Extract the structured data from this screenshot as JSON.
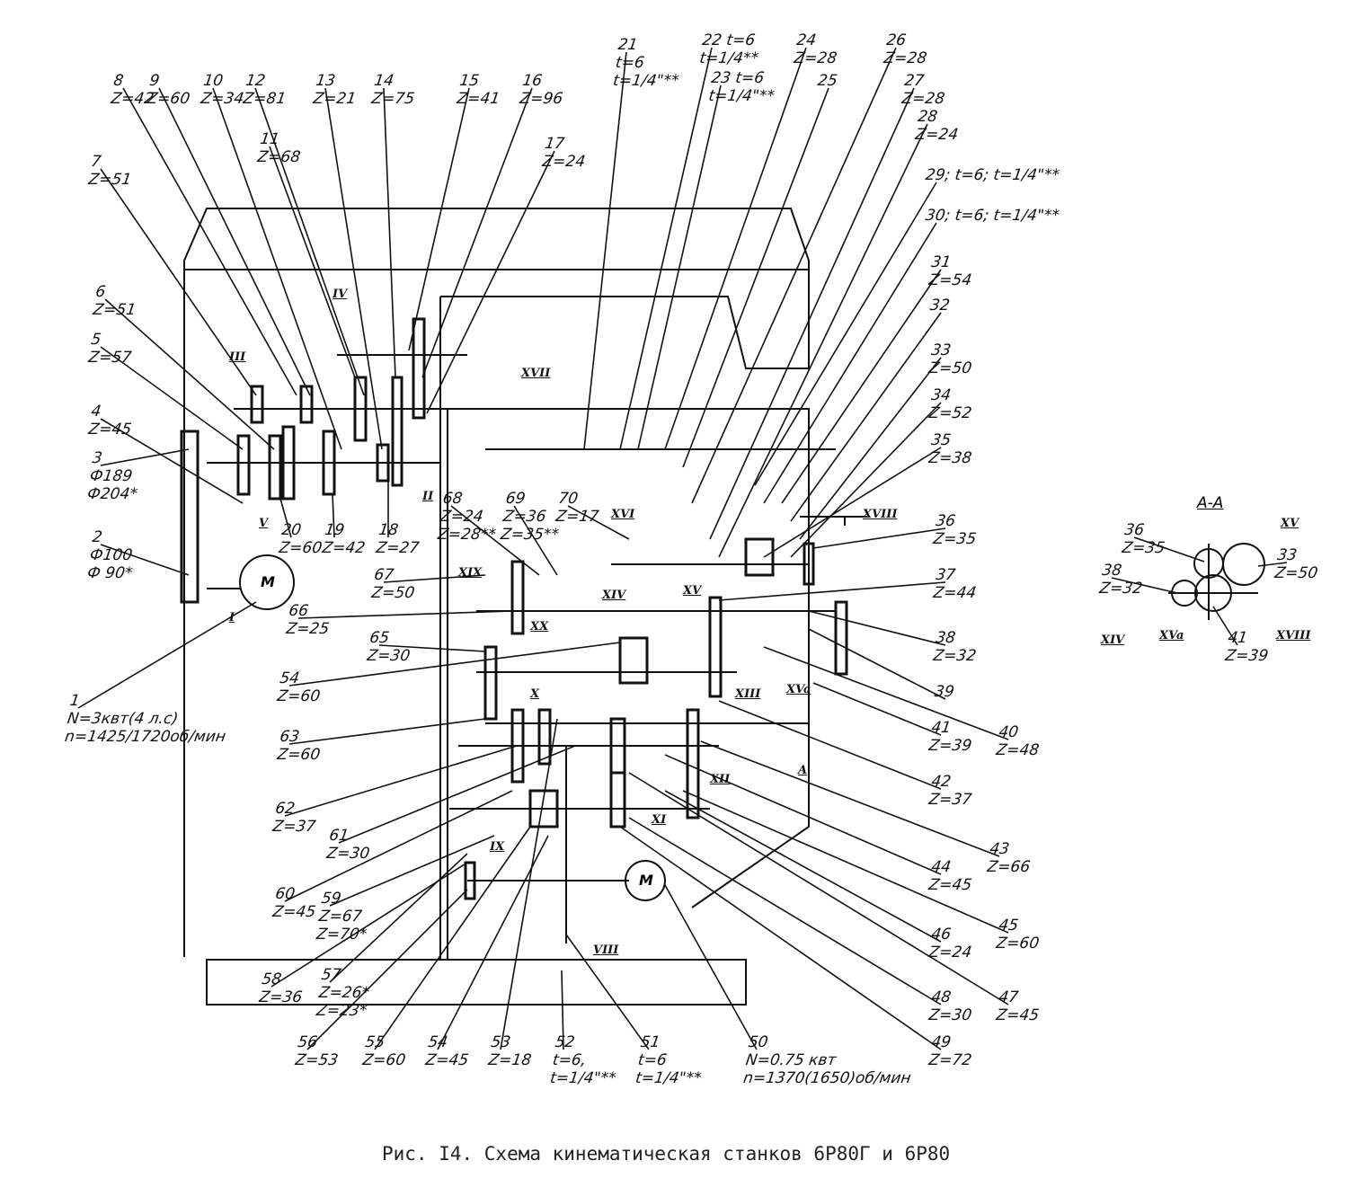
{
  "caption": "Рис. I4. Схема кинематическая станков 6Р80Г и 6Р80",
  "motor_symbol": "M",
  "section_title": "A-A",
  "labels": {
    "l1": "1\nN=3квт(4 л.с)\nn=1425/1720об/мин",
    "l2": "2\nФ100\nФ 90*",
    "l3": "3\nФ189\nФ204*",
    "l4": "4\nZ=45",
    "l5": "5\nZ=57",
    "l6": "6\nZ=51",
    "l7": "7\nZ=51",
    "l8": "8\nZ=42",
    "l9": "9\nZ=60",
    "l10": "10\nZ=34",
    "l11": "11\nZ=68",
    "l12": "12\nZ=81",
    "l13": "13\nZ=21",
    "l14": "14\nZ=75",
    "l15": "15\nZ=41",
    "l16": "16\nZ=96",
    "l17": "17\nZ=24",
    "l18": "18\nZ=27",
    "l19": "19\nZ=42",
    "l20": "20\nZ=60",
    "l21": "21\nt=6\nt=1/4\"**",
    "l22": "22 t=6\nt=1/4**",
    "l23": "23 t=6\nt=1/4\"**",
    "l24": "24\nZ=28",
    "l25": "25",
    "l26": "26\nZ=28",
    "l27": "27\nZ=28",
    "l28": "28\nZ=24",
    "l29": "29; t=6; t=1/4\"**",
    "l30": "30; t=6; t=1/4\"**",
    "l31": "31\nZ=54",
    "l32": "32",
    "l33": "33\nZ=50",
    "l34": "34\nZ=52",
    "l35": "35\nZ=38",
    "l36": "36\nZ=35",
    "l37": "37\nZ=44",
    "l38": "38\nZ=32",
    "l39": "39",
    "l40": "40\nZ=48",
    "l41": "41\nZ=39",
    "l42": "42\nZ=37",
    "l43": "43\nZ=66",
    "l44": "44\nZ=45",
    "l45": "45\nZ=60",
    "l46": "46\nZ=24",
    "l47": "47\nZ=45",
    "l48": "48\nZ=30",
    "l49": "49\nZ=72",
    "l50": "50\nN=0.75 квт\nn=1370(1650)об/мин",
    "l51": "51\nt=6\nt=1/4\"**",
    "l52": "52\nt=6,\nt=1/4\"**",
    "l53": "53\nZ=18",
    "l54": "54\nZ=45",
    "l55": "55\nZ=60",
    "l56": "56\nZ=53",
    "l57": "57\nZ=26*\nZ=23*",
    "l58": "58\nZ=36",
    "l59": "59\nZ=67\nZ=70*",
    "l60": "60\nZ=45",
    "l61": "61\nZ=30",
    "l62": "62\nZ=37",
    "l63": "63\nZ=60",
    "l64": "54\nZ=60",
    "l65": "65\nZ=30",
    "l66": "66\nZ=25",
    "l67": "67\nZ=50",
    "l68": "68\nZ=24\nZ=28**",
    "l69": "69\nZ=36\nZ=35**",
    "l70": "70\nZ=17",
    "aa36": "36\nZ=35",
    "aa38": "38\nZ=32",
    "aa41": "41\nZ=39",
    "aa33": "33\nZ=50"
  },
  "shafts": {
    "I": "I",
    "II": "II",
    "III": "III",
    "IV": "IV",
    "V": "V",
    "VIII": "VIII",
    "IX": "IX",
    "X": "X",
    "XI": "XI",
    "XII": "XII",
    "XIII": "XIII",
    "XIV": "XIV",
    "XV": "XV",
    "XVa": "XVa",
    "XVI": "XVI",
    "XVII": "XVII",
    "XVIII": "XVIII",
    "XIX": "XIX",
    "XX": "XX",
    "A": "A",
    "aaXIV": "XIV",
    "aaXVa": "XVa",
    "aaXV": "XV",
    "aaXVIII": "XVIII"
  }
}
